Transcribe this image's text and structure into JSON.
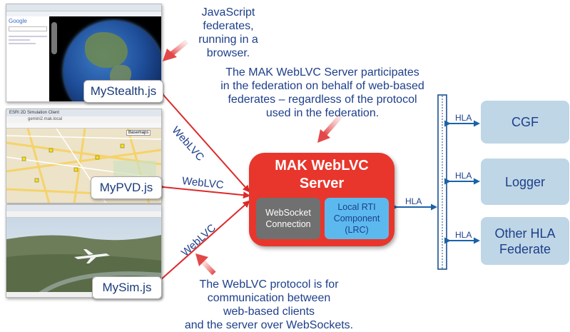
{
  "captions": {
    "js_federates": [
      "JavaScript federates,",
      "running in a browser."
    ],
    "server_participates": [
      "The MAK WebLVC Server participates",
      "in the federation on behalf of web-based",
      "federates – regardless of the protocol",
      "used in the federation."
    ],
    "protocol": [
      "The WebLVC protocol is for",
      "communication between",
      "web-based clients",
      "and the server over WebSockets."
    ]
  },
  "apps": {
    "stealth": "MyStealth.js",
    "pvd": "MyPVD.js",
    "sim": "MySim.js"
  },
  "server": {
    "title": [
      "MAK WebLVC",
      "Server"
    ],
    "websocket": [
      "WebSocket",
      "Connection"
    ],
    "lrc": [
      "Local RTI",
      "Component",
      "(LRC)"
    ]
  },
  "link_labels": {
    "weblvc": "WebLVC",
    "hla": "HLA"
  },
  "federates": {
    "cgf": "CGF",
    "logger": "Logger",
    "other": [
      "Other HLA",
      "Federate"
    ]
  },
  "screenshots": {
    "top_search": "Google",
    "middle_url": "gemini2.mak.local",
    "middle_tab": "ESRI 2D Simulation Client",
    "middle_button": "Basemaps"
  },
  "colors": {
    "caption": "#1e3f8a",
    "server": "#e8362c",
    "websocket_box": "#707070",
    "lrc_box": "#5bb9ee",
    "federate_box": "#bfd6e6",
    "arrow_red": "#dd2a2a",
    "arrow_blue": "#1b62a8"
  }
}
